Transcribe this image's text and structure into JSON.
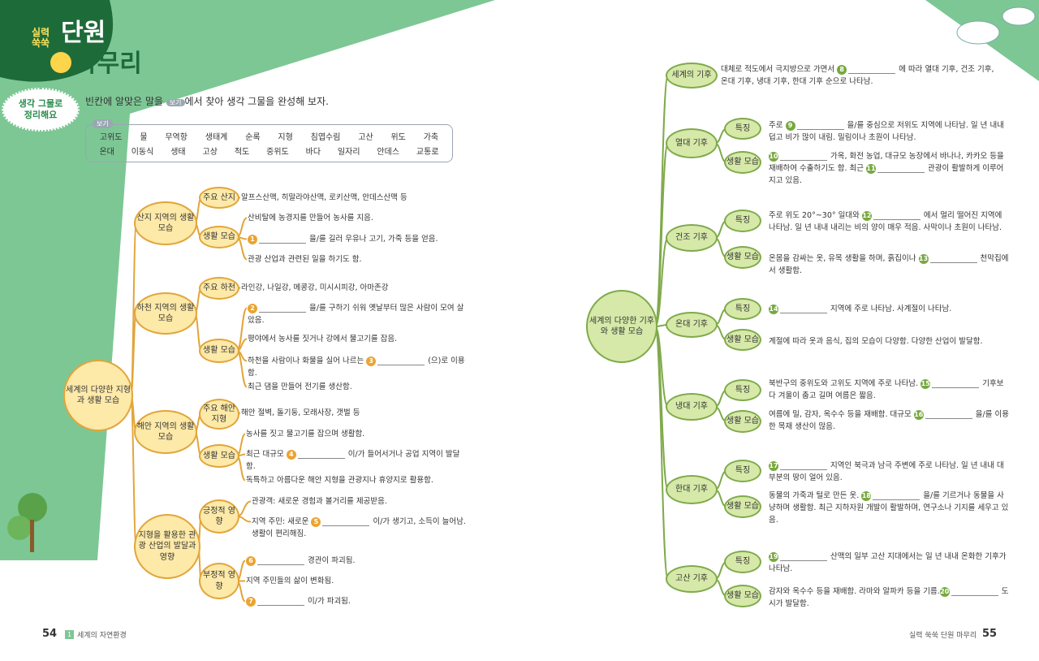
{
  "header": {
    "badge_small": "실력 쑥쑥",
    "title_line1": "단원",
    "title_line2": "마무리",
    "section_label_1": "생각 그물로",
    "section_label_2": "정리해요",
    "instruction_pre": "빈칸에 알맞은 말을 ",
    "instruction_tag": "보기",
    "instruction_post": "에서 찾아 생각 그물을 완성해 보자."
  },
  "bogi": {
    "label": "보기",
    "row1": [
      "고위도",
      "물",
      "무역항",
      "생태계",
      "순록",
      "지형",
      "침엽수림",
      "고산",
      "위도",
      "가축"
    ],
    "row2": [
      "온대",
      "이동식",
      "생태",
      "고상",
      "적도",
      "중위도",
      "바다",
      "일자리",
      "안데스",
      "교통로"
    ]
  },
  "left": {
    "center": "세계의 다양한 지형과 생활 모습",
    "groups": [
      {
        "label": "산지 지역의 생활 모습",
        "subs": [
          {
            "label": "주요 산지",
            "items": [
              {
                "pre": "알프스산맥, 히말라야산맥, 로키산맥, 안데스산맥 등"
              }
            ]
          },
          {
            "label": "생활 모습",
            "items": [
              {
                "pre": "산비탈에 농경지를 만들어 농사를 지음."
              },
              {
                "num": "1",
                "post": "을/를 길러 우유나 고기, 가죽 등을 얻음."
              },
              {
                "pre": "관광 산업과 관련된 일을 하기도 함."
              }
            ]
          }
        ]
      },
      {
        "label": "하천 지역의 생활 모습",
        "subs": [
          {
            "label": "주요 하천",
            "items": [
              {
                "pre": "라인강, 나일강, 메콩강, 미시시피강, 아마존강"
              }
            ]
          },
          {
            "label": "생활 모습",
            "items": [
              {
                "num": "2",
                "post": "을/를 구하기 쉬워 옛날부터 많은 사람이 모여 살았음."
              },
              {
                "pre": "평야에서 농사를 짓거나 강에서 물고기를 잡음."
              },
              {
                "pre": "하천을 사람이나 화물을 실어 나르는 ",
                "num": "3",
                "post": "(으)로 이용함."
              },
              {
                "pre": "최근 댐을 만들어 전기를 생산함."
              }
            ]
          }
        ]
      },
      {
        "label": "해안 지역의 생활 모습",
        "subs": [
          {
            "label": "주요 해안 지형",
            "items": [
              {
                "pre": "해안 절벽, 돌기둥, 모래사장, 갯벌 등"
              }
            ]
          },
          {
            "label": "생활 모습",
            "items": [
              {
                "pre": "농사를 짓고 물고기를 잡으며 생활함."
              },
              {
                "pre": "최근 대규모 ",
                "num": "4",
                "post": "이/가 들어서거나 공업 지역이 발달함."
              },
              {
                "pre": "독특하고 아름다운 해안 지형을 관광지나 휴양지로 활용함."
              }
            ]
          }
        ]
      },
      {
        "label": "지형을 활용한 관광 산업의 발달과 영향",
        "subs": [
          {
            "label": "긍정적 영향",
            "items": [
              {
                "pre": "관광객: 새로운 경험과 볼거리를 제공받음."
              },
              {
                "pre": "지역 주민: 새로운 ",
                "num": "5",
                "post": "이/가 생기고, 소득이 늘어남. 생활이 편리해짐."
              }
            ]
          },
          {
            "label": "부정적 영향",
            "items": [
              {
                "num": "6",
                "post": "경관이 파괴됨."
              },
              {
                "pre": "지역 주민들의 삶이 변화됨."
              },
              {
                "num": "7",
                "post": "이/가 파괴됨."
              }
            ]
          }
        ]
      }
    ]
  },
  "right": {
    "center": "세계의 다양한 기후와 생활 모습",
    "world": {
      "label": "세계의 기후",
      "item": {
        "pre": "대체로 적도에서 극지방으로 가면서 ",
        "num": "8",
        "post": "에 따라 열대 기후, 건조 기후, 온대 기후, 냉대 기후, 한대 기후 순으로 나타남."
      }
    },
    "groups": [
      {
        "label": "열대 기후",
        "subs": [
          {
            "label": "특징",
            "items": [
              {
                "pre": "주로 ",
                "num": "9",
                "post": "을/를 중심으로 저위도 지역에 나타남. 일 년 내내 덥고 비가 많이 내림. 밀림이나 초원이 나타남."
              }
            ]
          },
          {
            "label": "생활 모습",
            "items": [
              {
                "num": "10",
                "post": "가옥, 화전 농업, 대규모 농장에서 바나나, 카카오 등을 재배하여 수출하기도 함. 최근 ",
                "num2": "11",
                "post2": "관광이 활발하게 이루어지고 있음."
              }
            ]
          }
        ]
      },
      {
        "label": "건조 기후",
        "subs": [
          {
            "label": "특징",
            "items": [
              {
                "pre": "주로 위도 20°~30° 일대와 ",
                "num": "12",
                "post": "에서 멀리 떨어진 지역에 나타남. 일 년 내내 내리는 비의 양이 매우 적음. 사막이나 초원이 나타남."
              }
            ]
          },
          {
            "label": "생활 모습",
            "items": [
              {
                "pre": "온몸을 감싸는 옷, 유목 생활을 하며, 흙집이나 ",
                "num": "13",
                "post": "천막집에서 생활함."
              }
            ]
          }
        ]
      },
      {
        "label": "온대 기후",
        "subs": [
          {
            "label": "특징",
            "items": [
              {
                "num": "14",
                "post": "지역에 주로 나타남. 사계절이 나타남."
              }
            ]
          },
          {
            "label": "생활 모습",
            "items": [
              {
                "pre": "계절에 따라 옷과 음식, 집의 모습이 다양함. 다양한 산업이 발달함."
              }
            ]
          }
        ]
      },
      {
        "label": "냉대 기후",
        "subs": [
          {
            "label": "특징",
            "items": [
              {
                "pre": "북반구의 중위도와 고위도 지역에 주로 나타남. ",
                "num": "15",
                "post": "기후보다 겨울이 춥고 길며 여름은 짧음."
              }
            ]
          },
          {
            "label": "생활 모습",
            "items": [
              {
                "pre": "여름에 밀, 감자, 옥수수 등을 재배함. 대규모 ",
                "num": "16",
                "post": "을/를 이용한 목재 생산이 많음."
              }
            ]
          }
        ]
      },
      {
        "label": "한대 기후",
        "subs": [
          {
            "label": "특징",
            "items": [
              {
                "num": "17",
                "post": "지역인 북극과 남극 주변에 주로 나타남. 일 년 내내 대부분의 땅이 얼어 있음."
              }
            ]
          },
          {
            "label": "생활 모습",
            "items": [
              {
                "pre": "동물의 가죽과 털로 만든 옷. ",
                "num": "18",
                "post": "을/를 기르거나 동물을 사냥하며 생활함. 최근 지하자원 개발이 활발하며, 연구소나 기지를 세우고 있음."
              }
            ]
          }
        ]
      },
      {
        "label": "고산 기후",
        "subs": [
          {
            "label": "특징",
            "items": [
              {
                "num": "19",
                "post": "산맥의 일부 고산 지대에서는 일 년 내내 온화한 기후가 나타남."
              }
            ]
          },
          {
            "label": "생활 모습",
            "items": [
              {
                "pre": "감자와 옥수수 등을 재배함. 라마와 알파카 등을 기름.",
                "num": "20",
                "post": "도시가 발달함."
              }
            ]
          }
        ]
      }
    ]
  },
  "footer": {
    "left_page": "54",
    "left_chapter_num": "1",
    "left_chapter": "세계의 자연환경",
    "right_title": "실력 쑥쑥 단원 마무리",
    "right_page": "55"
  },
  "colors": {
    "dark_green": "#1e6b3a",
    "light_green": "#7dc795",
    "orange_accent": "#e2a53a",
    "green_accent": "#7faa4b"
  }
}
